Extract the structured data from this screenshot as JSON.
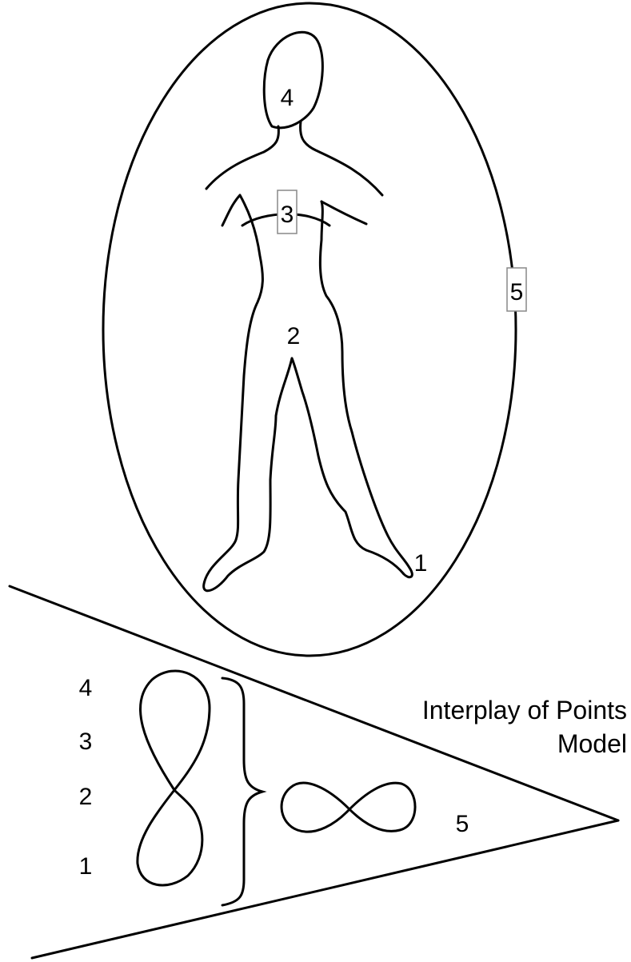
{
  "figure": {
    "title_line1": "Interplay of Points",
    "title_line2": "Model"
  },
  "body_diagram": {
    "label_head": "4",
    "label_chest": "3",
    "label_belly": "2",
    "label_feet": "1",
    "label_aura": "5"
  },
  "model_diagram": {
    "level_4": "4",
    "level_3": "3",
    "level_2": "2",
    "level_1": "1",
    "level_5": "5"
  },
  "colors": {
    "stroke": "#000000",
    "background": "#ffffff",
    "label_box_border": "#888888"
  }
}
